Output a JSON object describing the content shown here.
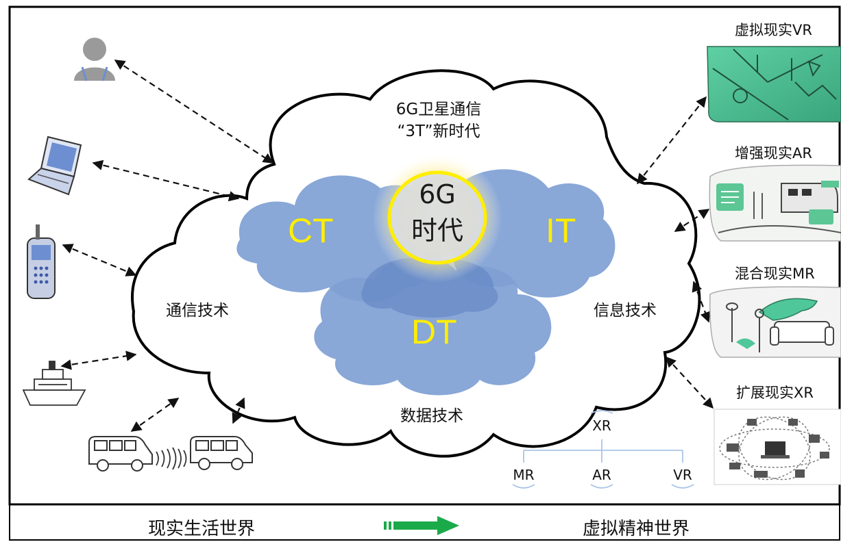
{
  "cloud": {
    "title_line1": "6G卫星通信",
    "title_line2": "“3T”新时代",
    "center_line1": "6G",
    "center_line2": "时代",
    "ct": "CT",
    "it": "IT",
    "dt": "DT",
    "comm_tech": "通信技术",
    "info_tech": "信息技术",
    "data_tech": "数据技术"
  },
  "right_panels": [
    {
      "label": "虚拟现实VR"
    },
    {
      "label": "增强现实AR"
    },
    {
      "label": "混合现实MR"
    },
    {
      "label": "扩展现实XR"
    }
  ],
  "tree": {
    "root": "XR",
    "children": [
      "MR",
      "AR",
      "VR"
    ]
  },
  "footer": {
    "left": "现实生活世界",
    "right": "虚拟精神世界"
  },
  "colors": {
    "blob": "#7f9fd4",
    "blob_dark": "#5b7fbf",
    "highlight": "#ffee00",
    "arrow_green": "#1aaa4a",
    "vr_green": "#4fc79a"
  },
  "icons": {
    "left": [
      "person-icon",
      "laptop-icon",
      "mobile-phone-icon",
      "ship-icon",
      "van-icon",
      "van-icon"
    ]
  }
}
